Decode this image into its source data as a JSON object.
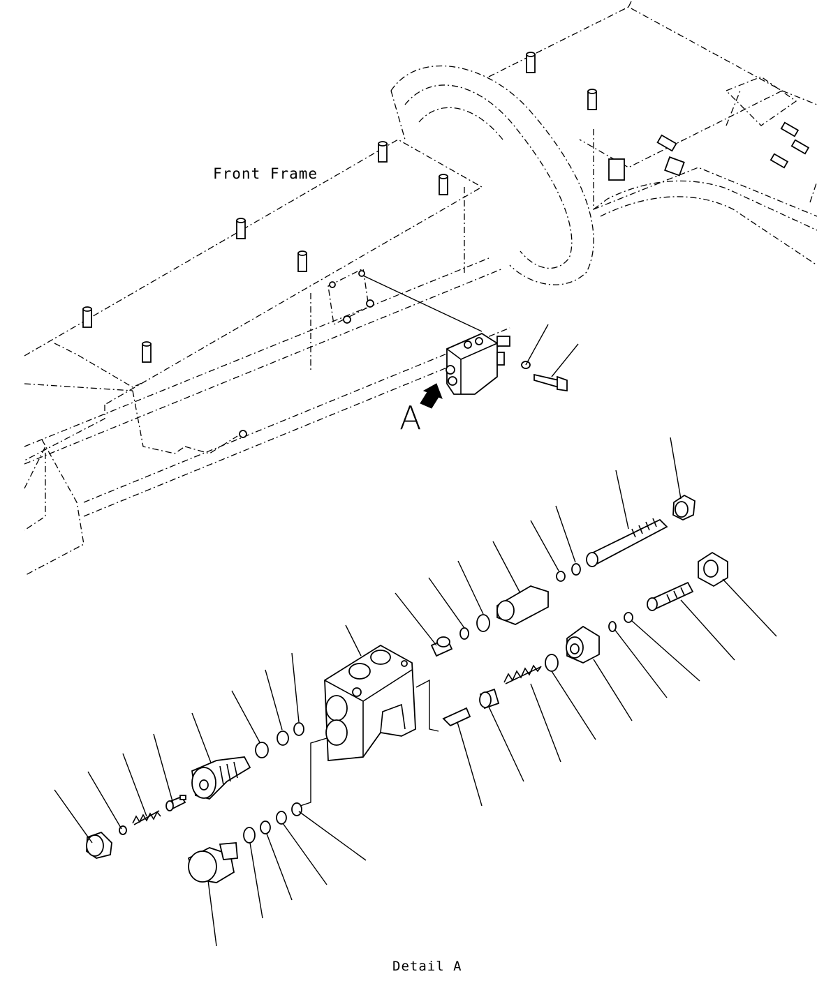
{
  "labels": {
    "front_frame": "Front Frame",
    "view_letter": "A",
    "detail_caption": "Detail A"
  }
}
